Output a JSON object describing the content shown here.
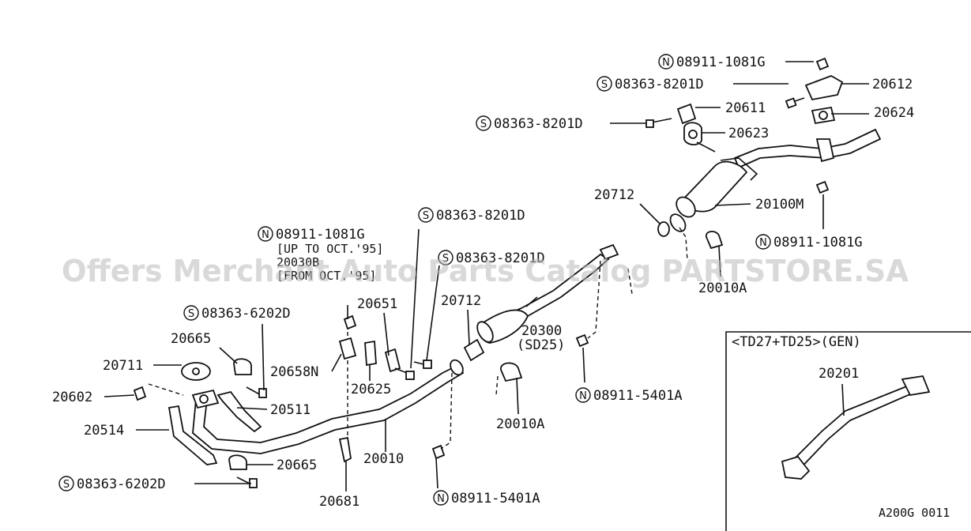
{
  "watermark": "Offers Merchant Auto Parts Catalog PARTSTORE.SA",
  "figure_code": "A200G 0011",
  "inset_title": "<TD27+TD25>(GEN)",
  "circle_prefix": {
    "N": "N",
    "S": "S"
  },
  "parts": {
    "p20612": "20612",
    "p20611": "20611",
    "p20624": "20624",
    "p20623": "20623",
    "p20712a": "20712",
    "p20100M": "20100M",
    "p20010Aa": "20010A",
    "p20651": "20651",
    "p20712b": "20712",
    "p20300": "20300",
    "p20300note": "(SD25)",
    "p20665a": "20665",
    "p20711": "20711",
    "p20658N": "20658N",
    "p20625": "20625",
    "p20602": "20602",
    "p20511": "20511",
    "p20514": "20514",
    "p20010Ab": "20010A",
    "p20010": "20010",
    "p20665b": "20665",
    "p20681": "20681",
    "p20201": "20201",
    "p20030B": "20030B",
    "p20030Bnote1": "[UP TO OCT.'95]",
    "p20030Bnote2": "[FROM OCT.'95]"
  },
  "fasteners": {
    "n1": "08911-1081G",
    "s1": "08363-8201D",
    "s2": "08363-8201D",
    "n2": "08911-1081G",
    "s3": "08363-8201D",
    "n3": "08911-1081G",
    "s4": "08363-8201D",
    "s5": "08363-6202D",
    "n4": "08911-5401A",
    "s6": "08363-6202D",
    "n5": "08911-5401A"
  }
}
